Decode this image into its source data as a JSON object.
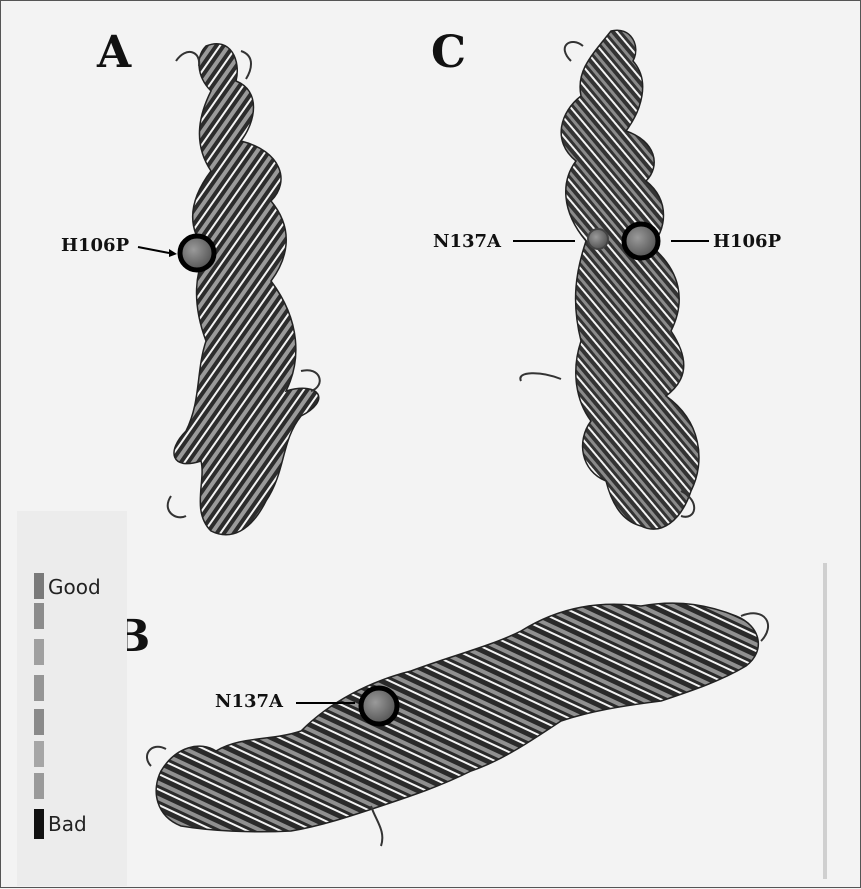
{
  "panels": {
    "a": {
      "letter": "A",
      "mutation": "H106P"
    },
    "b": {
      "letter": "B",
      "mutation": "N137A"
    },
    "c": {
      "letter": "C",
      "mutation_left": "N137A",
      "mutation_right": "H106P"
    }
  },
  "legend": {
    "top_label": "Good",
    "bottom_label": "Bad",
    "colors": [
      "#7a7a7a",
      "#8c8c8c",
      "#a0a0a0",
      "#959595",
      "#8a8a8a",
      "#a6a6a6",
      "#9a9a9a",
      "#111111"
    ]
  }
}
